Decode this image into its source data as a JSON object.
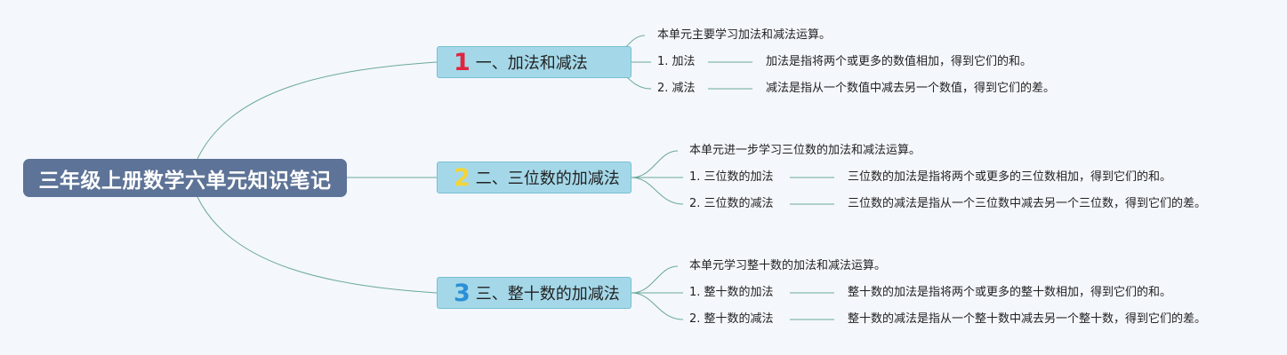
{
  "root": {
    "title": "三年级上册数学六单元知识笔记"
  },
  "branches": [
    {
      "number": "1",
      "number_color": "#e0253f",
      "title": "一、加法和减法",
      "intro": "本单元主要学习加法和减法运算。",
      "items": [
        {
          "name": "1. 加法",
          "desc": "加法是指将两个或更多的数值相加，得到它们的和。"
        },
        {
          "name": "2. 减法",
          "desc": "减法是指从一个数值中减去另一个数值，得到它们的差。"
        }
      ]
    },
    {
      "number": "2",
      "number_color": "#f3d439",
      "title": "二、三位数的加减法",
      "intro": "本单元进一步学习三位数的加法和减法运算。",
      "items": [
        {
          "name": "1. 三位数的加法",
          "desc": "三位数的加法是指将两个或更多的三位数相加，得到它们的和。"
        },
        {
          "name": "2. 三位数的减法",
          "desc": "三位数的减法是指从一个三位数中减去另一个三位数，得到它们的差。"
        }
      ]
    },
    {
      "number": "3",
      "number_color": "#2a8fd6",
      "title": "三、整十数的加减法",
      "intro": "本单元学习整十数的加法和减法运算。",
      "items": [
        {
          "name": "1. 整十数的加法",
          "desc": "整十数的加法是指将两个或更多的整十数相加，得到它们的和。"
        },
        {
          "name": "2. 整十数的减法",
          "desc": "整十数的减法是指从一个整十数中减去另一个整十数，得到它们的差。"
        }
      ]
    }
  ],
  "colors": {
    "line": "#6aa89a",
    "root_bg": "#5d7397",
    "branch_bg": "#a4d8e9"
  }
}
